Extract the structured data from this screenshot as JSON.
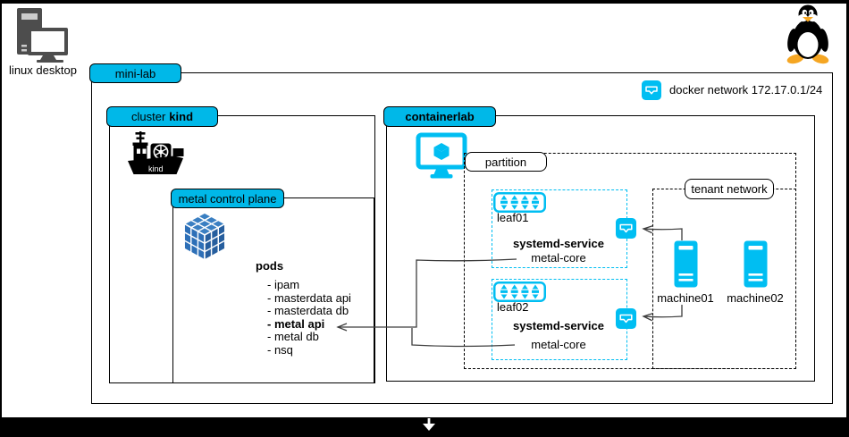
{
  "diagram": {
    "desktop_label": "linux desktop",
    "minilab_label": "mini-lab",
    "docker_network_label": "docker network 172.17.0.1/24",
    "cluster_label_normal": "cluster",
    "cluster_label_bold": "kind",
    "kind_logo_text": "kind",
    "metal_label": "metal control plane",
    "pods_title": "pods",
    "pods": [
      "- ipam",
      "- masterdata api",
      "- masterdata db",
      "- metal api",
      "- metal db",
      "- nsq"
    ],
    "containerlab_label": "containerlab",
    "partition_label": "partition",
    "leaves": [
      {
        "name": "leaf01",
        "service_title": "systemd-service",
        "service_name": "metal-core"
      },
      {
        "name": "leaf02",
        "service_title": "systemd-service",
        "service_name": "metal-core"
      }
    ],
    "tenant_label": "tenant network",
    "machines": [
      {
        "name": "machine01"
      },
      {
        "name": "machine02"
      }
    ]
  },
  "colors": {
    "tab_cyan": "#00b8e8",
    "icon_cyan": "#00bef2",
    "cube_blue": "#2d6fb7",
    "desktop_gray": "#4d4d4d",
    "tux_orange": "#f5a623",
    "connector_gray": "#3d3d3d"
  }
}
